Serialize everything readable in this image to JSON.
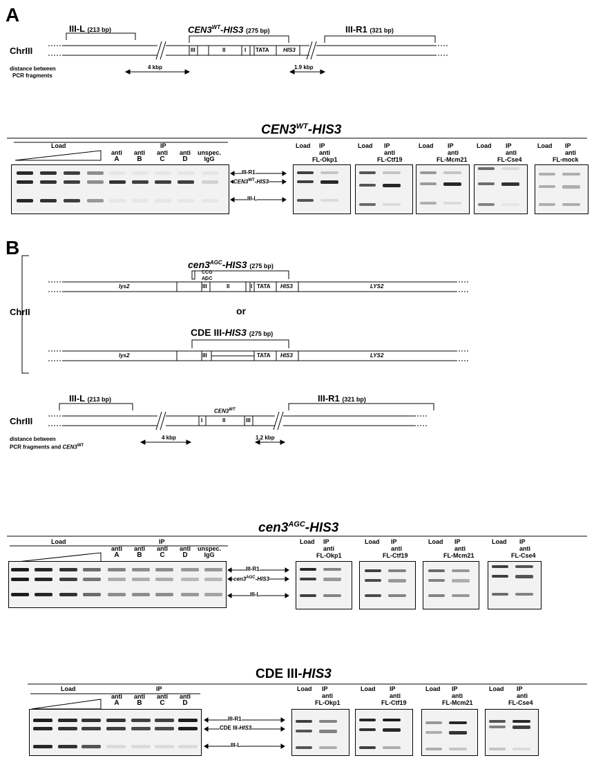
{
  "panels": {
    "a": "A",
    "b": "B"
  },
  "chr3_label": "ChrIII",
  "chr2_label": "ChrII",
  "a_map": {
    "frag_left": "III-L",
    "frag_left_size": "(213 bp)",
    "frag_center": "CEN3",
    "frag_center_sup": "WT",
    "frag_center_suffix": "-HIS3",
    "frag_center_size": "(275 bp)",
    "frag_right": "III-R1",
    "frag_right_size": "(321 bp)",
    "elements": [
      "III",
      "II",
      "I",
      "TATA",
      "HIS3"
    ],
    "dist_left": "4 kbp",
    "dist_right": "1.9 kbp",
    "distance_note_1": "distance between",
    "distance_note_2": "PCR fragments"
  },
  "b_map": {
    "agc_title": "cen3",
    "agc_sup": "AGC",
    "agc_suffix": "-HIS3",
    "agc_size": "(275 bp)",
    "mut_top": "CCG",
    "mut_bottom": "AGC",
    "lys2": "lys2",
    "LYS2": "LYS2",
    "or": "or",
    "elements": [
      "III",
      "II",
      "I",
      "TATA",
      "HIS3"
    ],
    "cde_title": "CDE III-",
    "cde_title_i": "HIS3",
    "cde_size": "(275 bp)",
    "cde_elements": [
      "III",
      "TATA",
      "HIS3"
    ],
    "chr3_left": "III-L",
    "chr3_left_size": "(213 bp)",
    "chr3_center": "CEN3",
    "chr3_center_sup": "WT",
    "chr3_right": "III-R1",
    "chr3_right_size": "(321 bp)",
    "chr3_elements": [
      "I",
      "II",
      "III"
    ],
    "dist_left": "4 kbp",
    "dist_right": "1.2 kbp",
    "distance_note_1": "distance between",
    "distance_note_2": "PCR fragments and ",
    "distance_note_2_i": "CEN3",
    "distance_note_2_sup": "WT"
  },
  "gels": [
    {
      "title": "CEN3",
      "title_sup": "WT",
      "title_suffix": "-HIS3",
      "load": "Load",
      "ip": "IP",
      "lanes": [
        {
          "l1": "anti",
          "l2": "A"
        },
        {
          "l1": "anti",
          "l2": "B"
        },
        {
          "l1": "anti",
          "l2": "C"
        },
        {
          "l1": "anti",
          "l2": "D"
        },
        {
          "l1": "unspec.",
          "l2": "IgG"
        }
      ],
      "bands": {
        "r1": "III-R1",
        "mid": "CEN3",
        "mid_sup": "WT",
        "mid_suffix": "-HIS3",
        "l": "III-L"
      },
      "side": [
        {
          "load": "Load",
          "ip": "IP",
          "anti": "anti",
          "name": "FL-Okp1"
        },
        {
          "load": "Load",
          "ip": "IP",
          "anti": "anti",
          "name": "FL-Ctf19"
        },
        {
          "load": "Load",
          "ip": "IP",
          "anti": "anti",
          "name": "FL-Mcm21"
        },
        {
          "load": "Load",
          "ip": "IP",
          "anti": "anti",
          "name": "FL-Cse4"
        },
        {
          "load": "Load",
          "ip": "IP",
          "anti": "anti",
          "name": "FL-mock"
        }
      ]
    },
    {
      "title": "cen3",
      "title_sup": "AGC",
      "title_suffix": "-HIS3",
      "load": "Load",
      "ip": "IP",
      "lanes": [
        {
          "l1": "anti",
          "l2": "A"
        },
        {
          "l1": "anti",
          "l2": "B"
        },
        {
          "l1": "anti",
          "l2": "C"
        },
        {
          "l1": "anti",
          "l2": "D"
        },
        {
          "l1": "unspec.",
          "l2": "IgG"
        }
      ],
      "bands": {
        "r1": "III-R1",
        "mid": "cen3",
        "mid_sup": "AGC",
        "mid_suffix": "-HIS3",
        "l": "III-L"
      },
      "side": [
        {
          "load": "Load",
          "ip": "IP",
          "anti": "anti",
          "name": "FL-Okp1"
        },
        {
          "load": "Load",
          "ip": "IP",
          "anti": "anti",
          "name": "FL-Ctf19"
        },
        {
          "load": "Load",
          "ip": "IP",
          "anti": "anti",
          "name": "FL-Mcm21"
        },
        {
          "load": "Load",
          "ip": "IP",
          "anti": "anti",
          "name": "FL-Cse4"
        }
      ]
    },
    {
      "title": "CDE III-",
      "title_i": "HIS3",
      "load": "Load",
      "ip": "IP",
      "lanes": [
        {
          "l1": "anti",
          "l2": "A"
        },
        {
          "l1": "anti",
          "l2": "B"
        },
        {
          "l1": "anti",
          "l2": "C"
        },
        {
          "l1": "anti",
          "l2": "D"
        }
      ],
      "bands": {
        "r1": "III-R1",
        "mid": "CDE III-",
        "mid_i": "HIS3",
        "l": "III-L"
      },
      "side": [
        {
          "load": "Load",
          "ip": "IP",
          "anti": "anti",
          "name": "FL-Okp1"
        },
        {
          "load": "Load",
          "ip": "IP",
          "anti": "anti",
          "name": "FL-Ctf19"
        },
        {
          "load": "Load",
          "ip": "IP",
          "anti": "anti",
          "name": "FL-Mcm21"
        },
        {
          "load": "Load",
          "ip": "IP",
          "anti": "anti",
          "name": "FL-Cse4"
        }
      ]
    }
  ]
}
